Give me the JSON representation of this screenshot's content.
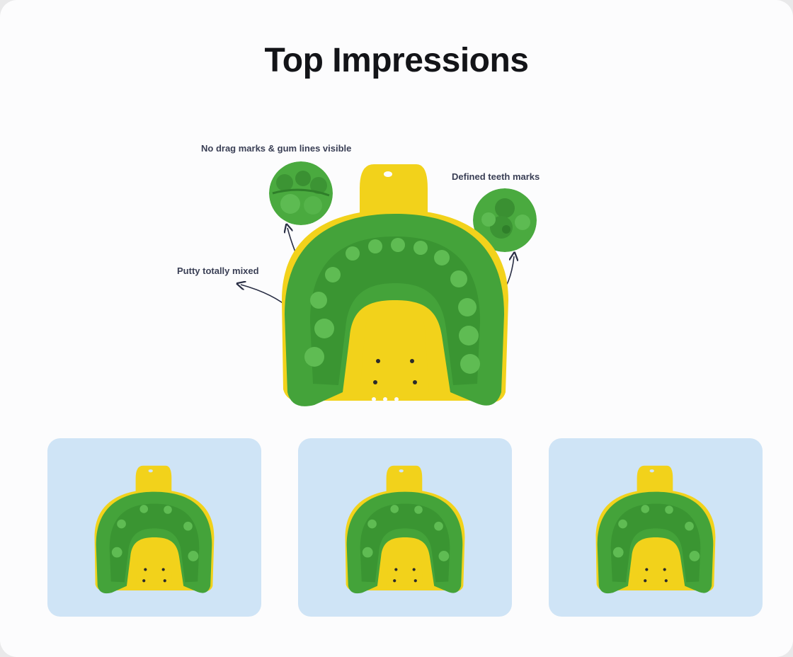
{
  "title": "Top Impressions",
  "annotations": {
    "top_left": "No drag marks & gum lines visible",
    "top_right": "Defined teeth marks",
    "left": "Putty totally mixed"
  },
  "icons": {
    "hero": "dental-impression-tray",
    "zoom_left": "gum-line-closeup",
    "zoom_right": "teeth-mark-closeup",
    "thumbnail": "dental-impression-tray"
  },
  "colors": {
    "putty": "#46a63c",
    "tray": "#f2d21b",
    "thumb_background": "#cfe4f6",
    "text": "#131418"
  }
}
